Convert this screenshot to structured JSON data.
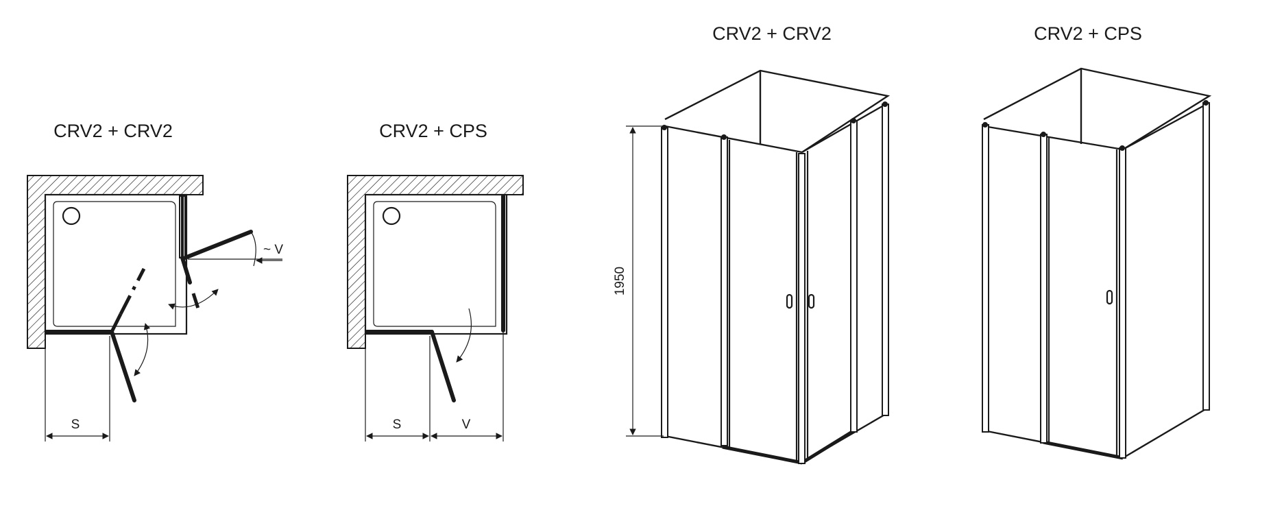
{
  "plan_left": {
    "title": "CRV2 + CRV2",
    "dim_s": "S",
    "dim_v": "~ V"
  },
  "plan_right": {
    "title": "CRV2 + CPS",
    "dim_s": "S",
    "dim_v": "V"
  },
  "view_left": {
    "title": "CRV2 + CRV2",
    "height_label": "1950"
  },
  "view_right": {
    "title": "CRV2 + CPS"
  },
  "colors": {
    "line": "#1a1a1a",
    "background": "#ffffff"
  }
}
